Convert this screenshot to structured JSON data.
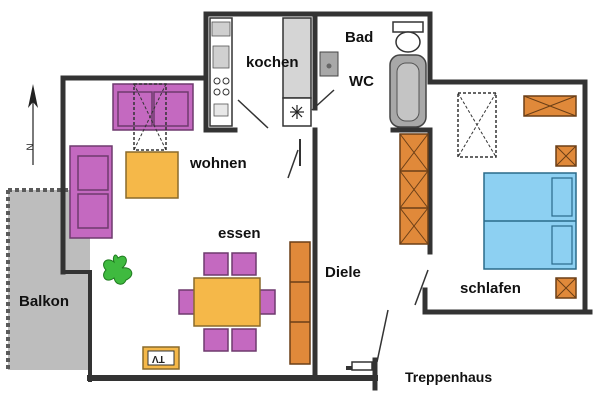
{
  "rooms": {
    "kochen": "kochen",
    "bad": "Bad",
    "wc": "WC",
    "wohnen": "wohnen",
    "essen": "essen",
    "diele": "Diele",
    "schlafen": "schlafen",
    "balkon": "Balkon",
    "treppenhaus": "Treppenhaus"
  },
  "tv_label": "TV",
  "north_label": "N",
  "colors": {
    "wall": "#333333",
    "sofa": "#c469c0",
    "table": "#f5b849",
    "cabinet": "#e0893a",
    "bed": "#8dd0f2",
    "balcony": "#bdbdbd",
    "plant": "#3fba3f",
    "fixture": "#a8a8a8"
  },
  "icons": [
    "north-arrow-icon",
    "snowflake-icon",
    "plant-icon",
    "tv-icon"
  ]
}
